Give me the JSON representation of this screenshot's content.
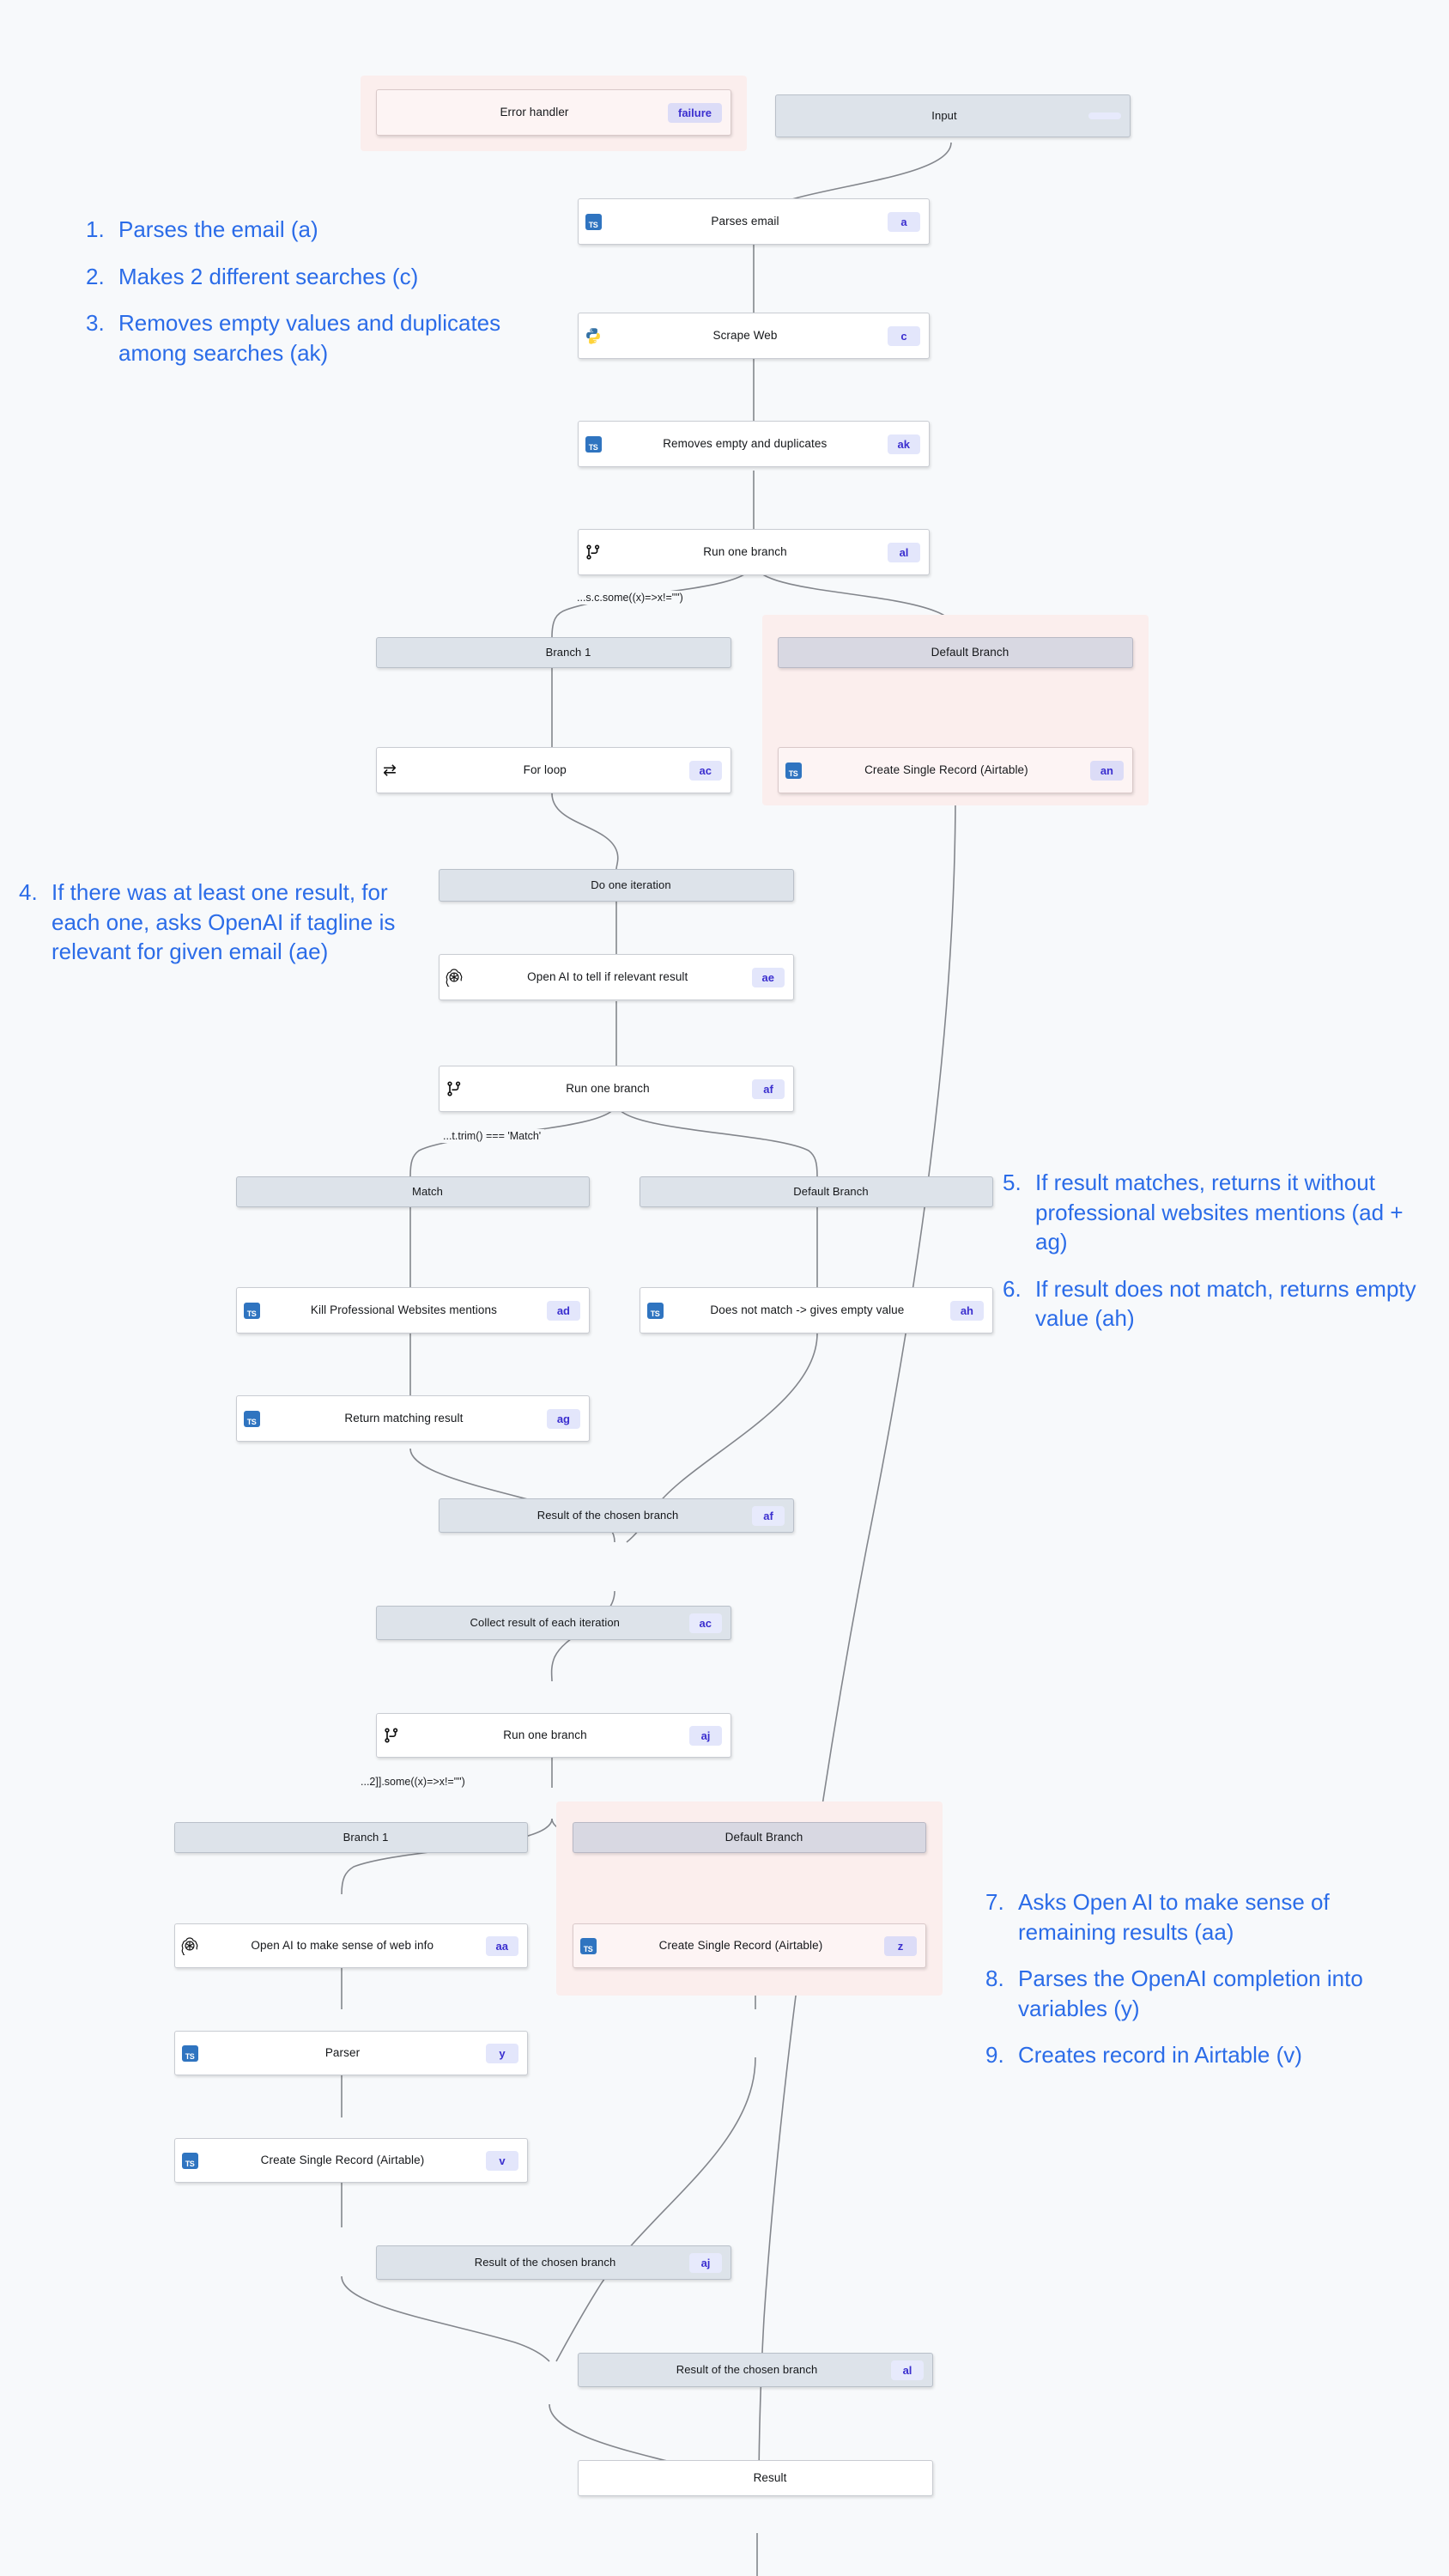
{
  "canvas": {
    "background": "#f7f9fb",
    "accent_blue": "#2b6ce8",
    "badge_bg": "#e3e6fb",
    "badge_fg": "#3b2fcf",
    "flow_node_bg": "#dde3ea",
    "pink_group_bg": "#fbeeed"
  },
  "nodes": {
    "error_handler": {
      "label": "Error handler",
      "badge": "failure",
      "icon": "none"
    },
    "input": {
      "label": "Input",
      "badge": "",
      "icon": "none"
    },
    "parses_email": {
      "label": "Parses email",
      "badge": "a",
      "icon": "typescript-icon"
    },
    "scrape_web": {
      "label": "Scrape Web",
      "badge": "c",
      "icon": "python-icon"
    },
    "removes_empty": {
      "label": "Removes empty and duplicates",
      "badge": "ak",
      "icon": "typescript-icon"
    },
    "run_branch_al": {
      "label": "Run one branch",
      "badge": "al",
      "icon": "branch-icon"
    },
    "branch1_top": {
      "label": "Branch 1",
      "badge": "",
      "icon": "none"
    },
    "default_top": {
      "label": "Default Branch",
      "badge": "",
      "icon": "none"
    },
    "for_loop": {
      "label": "For loop",
      "badge": "ac",
      "icon": "loop-icon"
    },
    "create_record_an": {
      "label": "Create Single Record (Airtable)",
      "badge": "an",
      "icon": "typescript-icon"
    },
    "do_one_iteration": {
      "label": "Do one iteration",
      "badge": "",
      "icon": "none"
    },
    "openai_relevant": {
      "label": "Open AI to tell if relevant result",
      "badge": "ae",
      "icon": "openai-icon"
    },
    "run_branch_af": {
      "label": "Run one branch",
      "badge": "af",
      "icon": "branch-icon"
    },
    "match_branch": {
      "label": "Match",
      "badge": "",
      "icon": "none"
    },
    "default_mid": {
      "label": "Default Branch",
      "badge": "",
      "icon": "none"
    },
    "kill_mentions": {
      "label": "Kill Professional Websites mentions",
      "badge": "ad",
      "icon": "typescript-icon"
    },
    "no_match_empty": {
      "label": "Does not match -> gives empty value",
      "badge": "ah",
      "icon": "typescript-icon"
    },
    "return_matching": {
      "label": "Return matching result",
      "badge": "ag",
      "icon": "typescript-icon"
    },
    "result_af": {
      "label": "Result of the chosen branch",
      "badge": "af",
      "icon": "none"
    },
    "collect_result": {
      "label": "Collect result of each iteration",
      "badge": "ac",
      "icon": "none"
    },
    "run_branch_aj": {
      "label": "Run one branch",
      "badge": "aj",
      "icon": "branch-icon"
    },
    "branch1_bottom": {
      "label": "Branch 1",
      "badge": "",
      "icon": "none"
    },
    "default_bottom": {
      "label": "Default Branch",
      "badge": "",
      "icon": "none"
    },
    "openai_websense": {
      "label": "Open AI to make sense of web info",
      "badge": "aa",
      "icon": "openai-icon"
    },
    "create_record_z": {
      "label": "Create Single Record (Airtable)",
      "badge": "z",
      "icon": "typescript-icon"
    },
    "parser": {
      "label": "Parser",
      "badge": "y",
      "icon": "typescript-icon"
    },
    "create_record_v": {
      "label": "Create Single Record (Airtable)",
      "badge": "v",
      "icon": "typescript-icon"
    },
    "result_aj": {
      "label": "Result of the chosen branch",
      "badge": "aj",
      "icon": "none"
    },
    "result_al": {
      "label": "Result of the chosen branch",
      "badge": "al",
      "icon": "none"
    },
    "result_final": {
      "label": "Result",
      "badge": "",
      "icon": "none"
    }
  },
  "conditions": {
    "cond_al": "...s.c.some((x)=>x!=\"\")",
    "cond_af": "...t.trim() === 'Match'",
    "cond_aj": "...2]].some((x)=>x!=\"\")"
  },
  "annotations": {
    "group_a": [
      {
        "num": "1.",
        "text": "Parses the email (a)"
      },
      {
        "num": "2.",
        "text": "Makes 2 different searches (c)"
      },
      {
        "num": "3.",
        "text": "Removes empty values and duplicates among searches (ak)"
      }
    ],
    "group_b": [
      {
        "num": "4.",
        "text": "If there was at least one result, for each one, asks OpenAI if tagline is relevant for given email (ae)"
      }
    ],
    "group_c": [
      {
        "num": "5.",
        "text": "If result matches, returns it without professional websites mentions (ad + ag)"
      },
      {
        "num": "6.",
        "text": "If result does not match, returns empty value (ah)"
      }
    ],
    "group_d": [
      {
        "num": "7.",
        "text": "Asks Open AI to make sense of remaining results (aa)"
      },
      {
        "num": "8.",
        "text": "Parses the OpenAI completion into variables (y)"
      },
      {
        "num": "9.",
        "text": "Creates record in Airtable (v)"
      }
    ]
  }
}
